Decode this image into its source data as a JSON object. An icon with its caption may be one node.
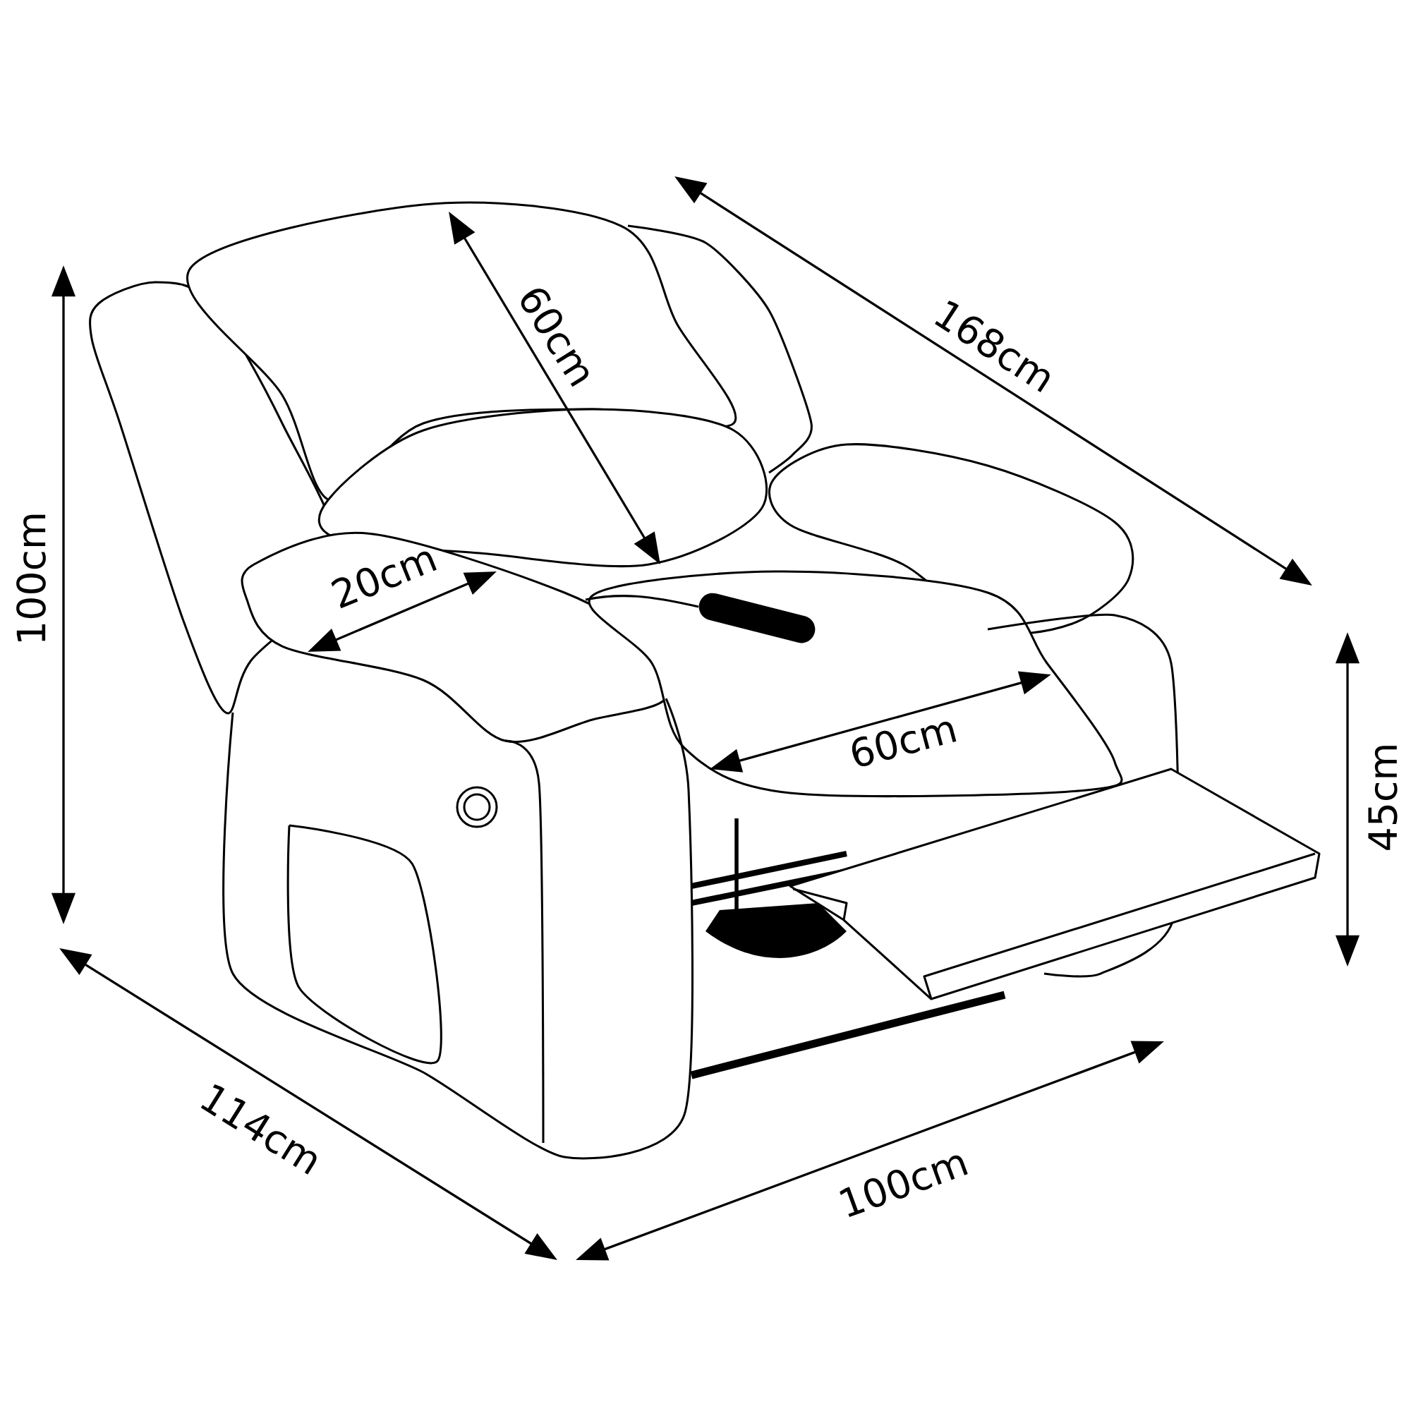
{
  "diagram": {
    "labels": [
      "60cm",
      "168cm",
      "100cm",
      "20cm",
      "60cm",
      "45cm",
      "114cm",
      "100cm"
    ]
  }
}
